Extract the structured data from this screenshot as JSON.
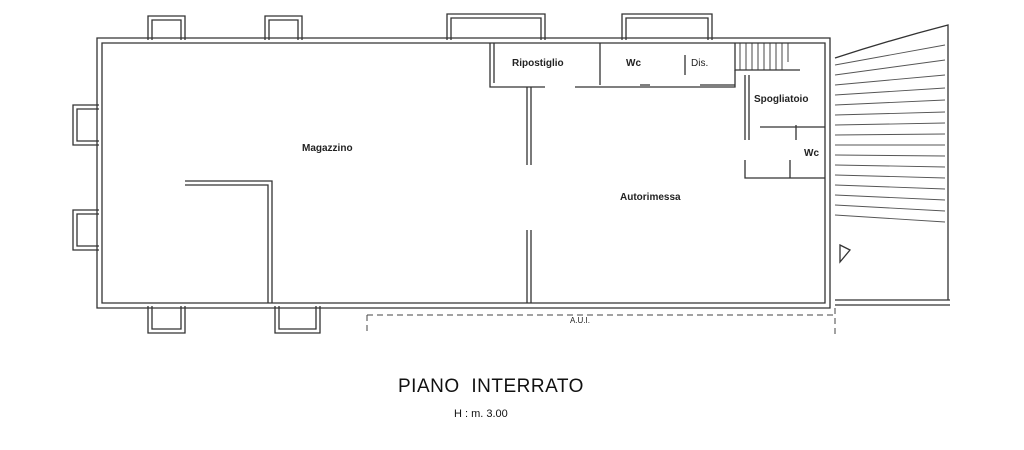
{
  "plan": {
    "title": "PIANO INTERRATO",
    "height_note": "H : m. 3.00",
    "boundary_label": "A.U.I.",
    "rooms": [
      "Magazzino",
      "Autorimessa",
      "Ripostiglio",
      "Wc",
      "Dis.",
      "Spogliatoio",
      "Wc"
    ]
  }
}
